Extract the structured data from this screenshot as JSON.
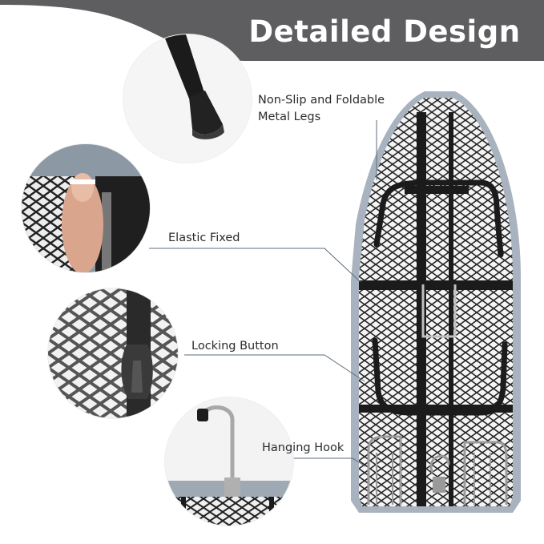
{
  "banner": {
    "title": "Detailed Design",
    "color": "#5e5e60"
  },
  "features": [
    {
      "label": "Non-Slip and Foldable Metal Legs",
      "icon": "rubber-foot-leg-icon"
    },
    {
      "label": "Elastic Fixed",
      "icon": "elastic-cover-icon"
    },
    {
      "label": "Locking Button",
      "icon": "locking-button-icon"
    },
    {
      "label": "Hanging Hook",
      "icon": "hanging-hook-icon"
    }
  ],
  "colors": {
    "cover": "#a9b3bf",
    "frame": "#1b1b1b",
    "mesh": "#2a2a2a",
    "leader_line": "#5b6b7c"
  }
}
